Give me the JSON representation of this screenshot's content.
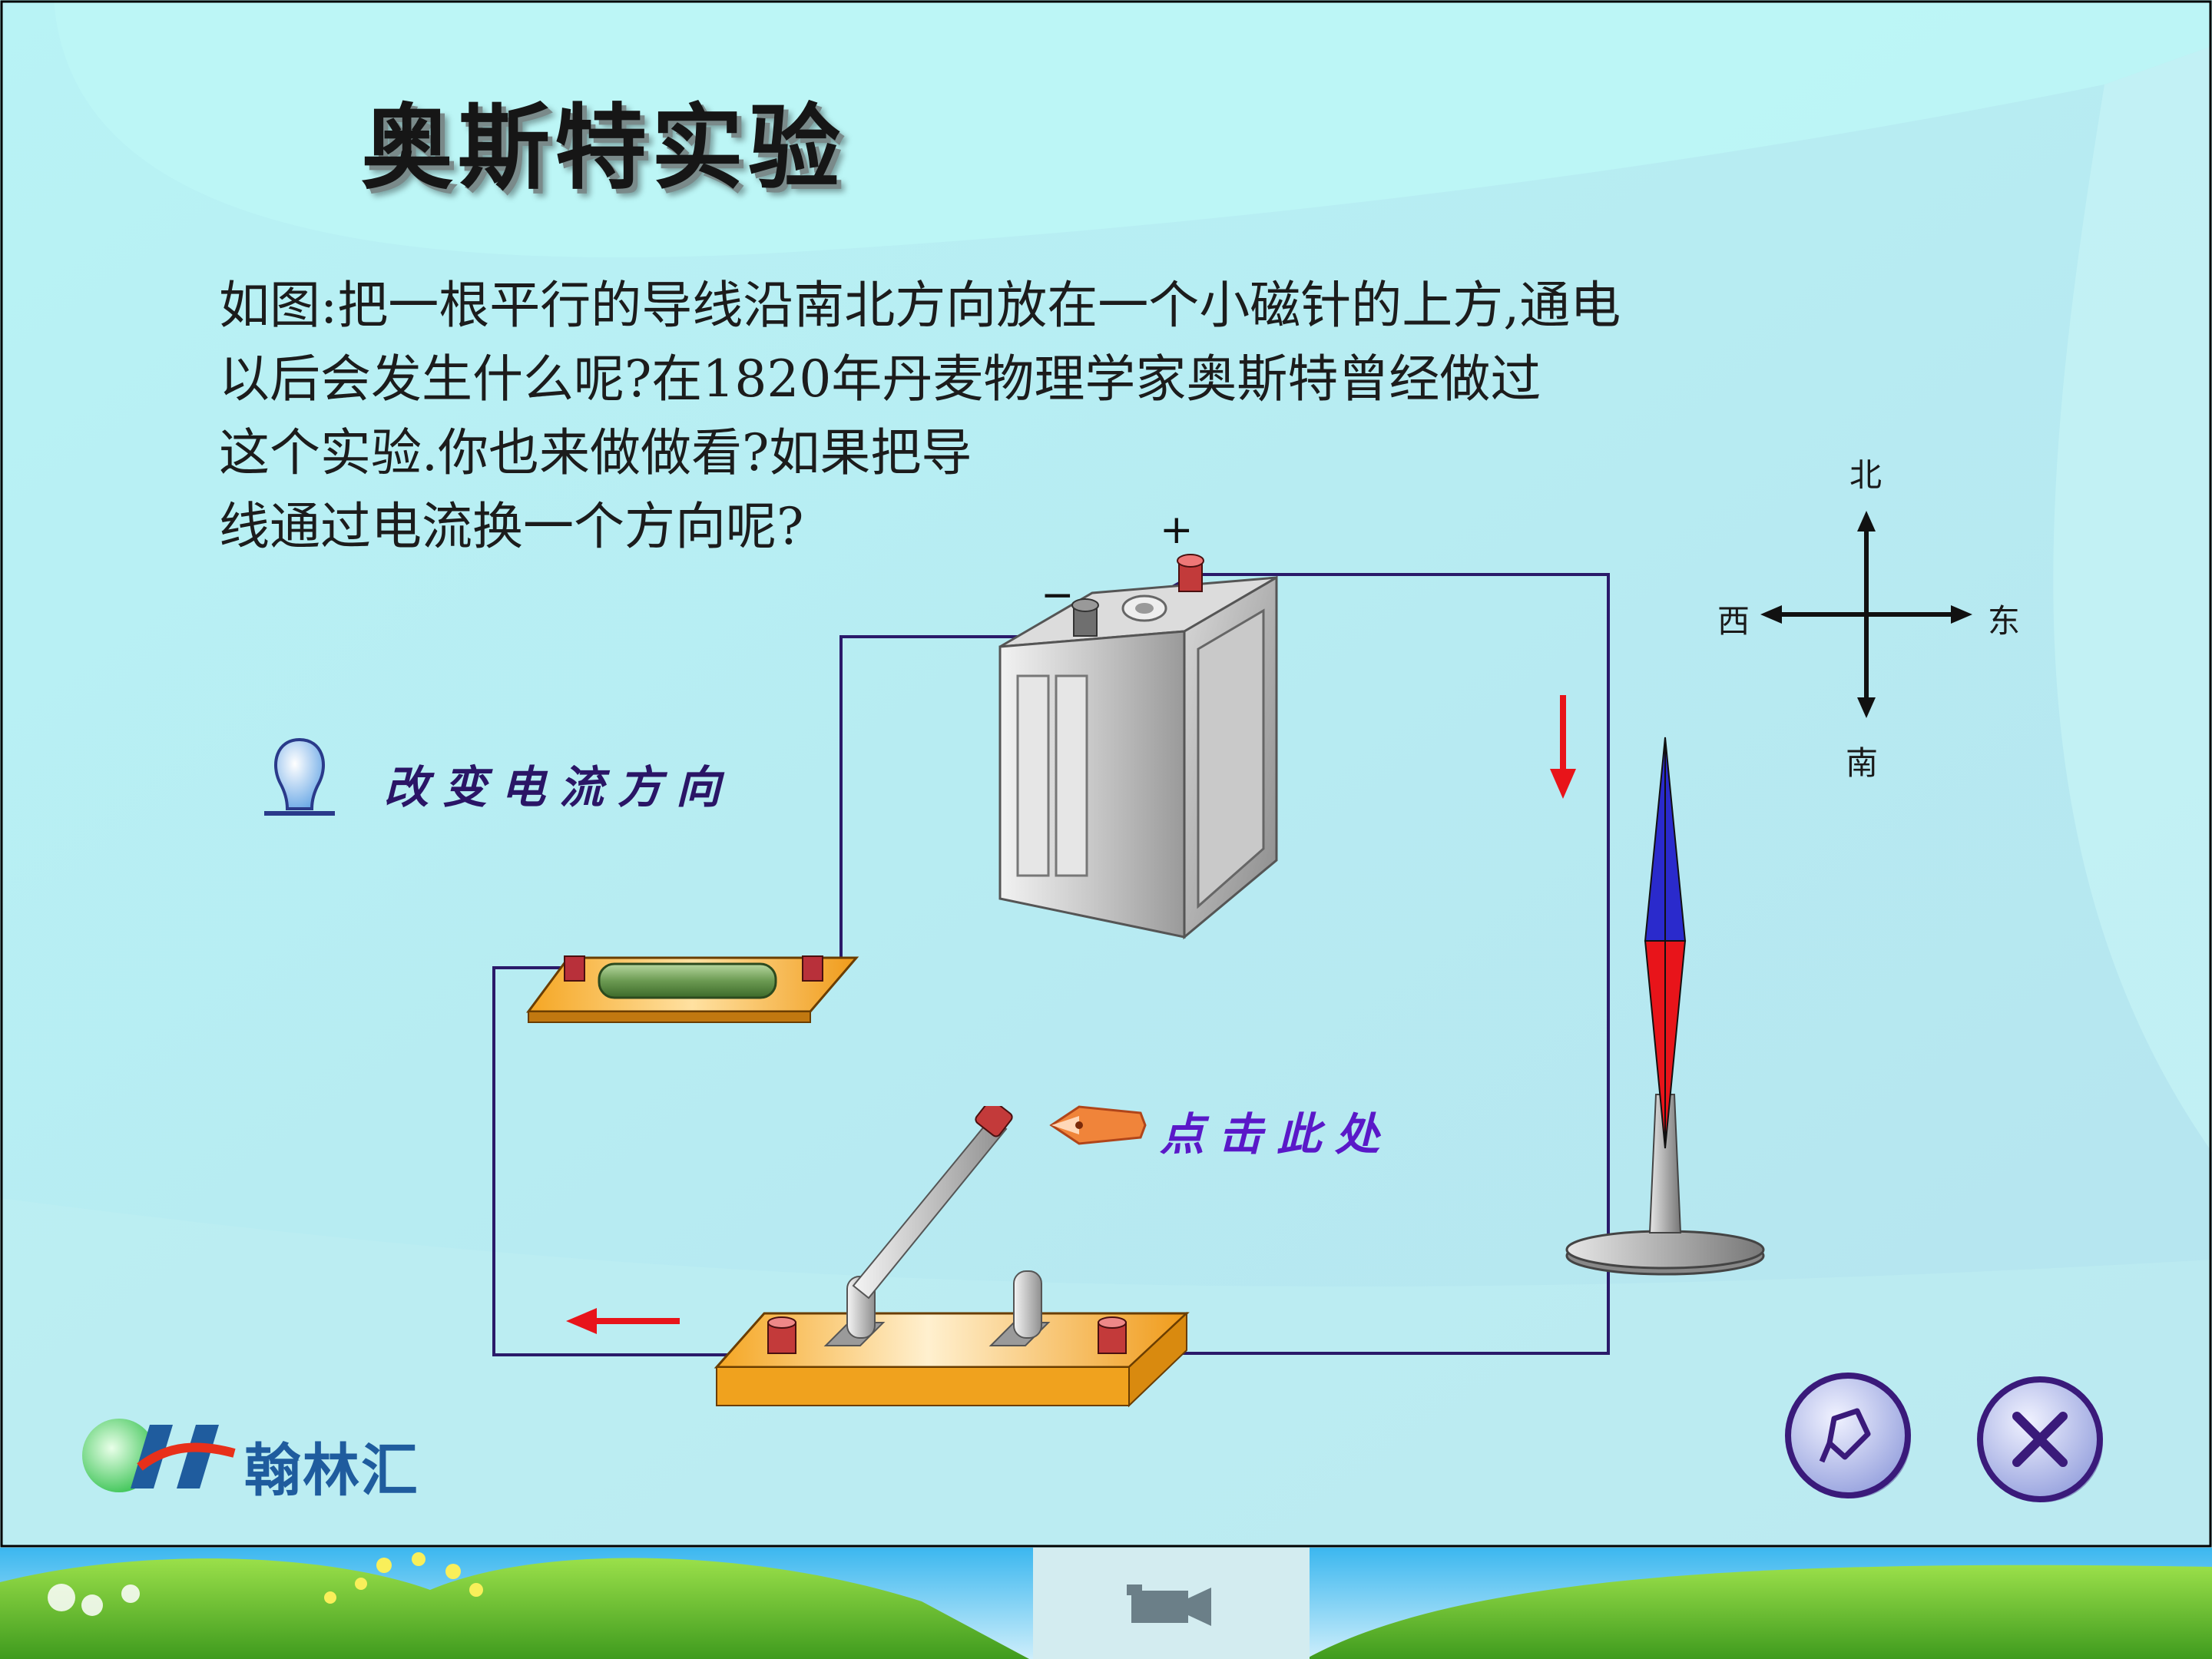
{
  "slide": {
    "title": "奥斯特实验",
    "description_lines": [
      "如图:把一根平行的导线沿南北方向放在一个小磁针的上方,通电",
      "以后会发生什么呢?在1820年丹麦物理学家奥斯特曾经做过",
      "这个实验.你也来做做看?如果把导",
      "线通过电流换一个方向呢?"
    ]
  },
  "compass": {
    "north": "北",
    "south": "南",
    "west": "西",
    "east": "东"
  },
  "battery": {
    "positive": "+",
    "negative": "−"
  },
  "actions": {
    "change_direction": "改变电流方向",
    "click_here": "点击此处"
  },
  "logo": {
    "text": "翰林汇"
  },
  "colors": {
    "background": "#b9eef2",
    "wire": "#2a1a6a",
    "current_arrow": "#e8141a",
    "needle_north": "#2a2acc",
    "needle_south": "#e8141a",
    "board": "#f5a623",
    "action_text": "#2a1566"
  },
  "icons": [
    "lightbulb-icon",
    "pen-pointer-icon",
    "pencil-icon",
    "close-icon",
    "video-camera-icon"
  ]
}
